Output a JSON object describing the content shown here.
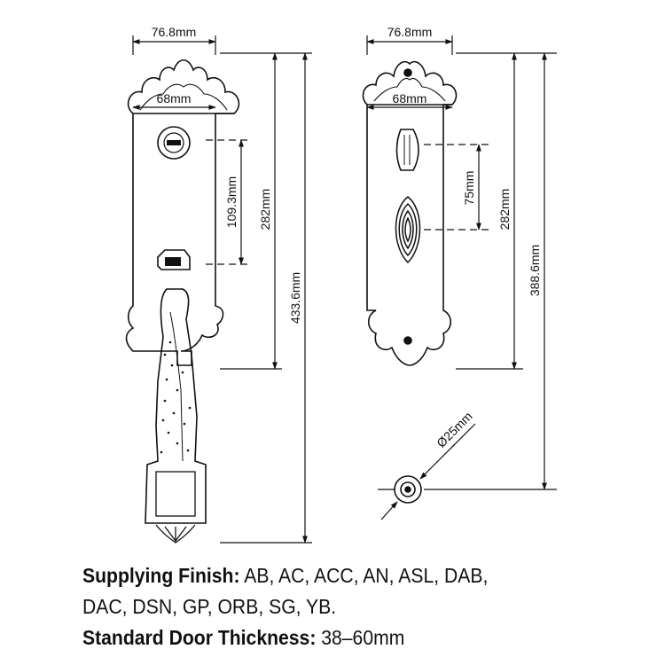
{
  "left_view": {
    "width_label": "76.8mm",
    "inner_width_label": "68mm",
    "cylinder_to_thumb_label": "109.3mm",
    "plate_height_label": "282mm",
    "overall_height_label": "433.6mm"
  },
  "right_view": {
    "width_label": "76.8mm",
    "inner_width_label": "68mm",
    "turn_to_knob_label": "75mm",
    "plate_height_label": "282mm",
    "overall_height_label": "388.6mm"
  },
  "rosette": {
    "diameter_label": "Ø25mm"
  },
  "specs": {
    "finish_label": "Supplying Finish:",
    "finish_values_line1": " AB, AC, ACC, AN, ASL, DAB,",
    "finish_values_line2": "DAC, DSN, GP, ORB, SG, YB.",
    "thickness_label": "Standard Door Thickness:",
    "thickness_value": " 38–60mm"
  }
}
